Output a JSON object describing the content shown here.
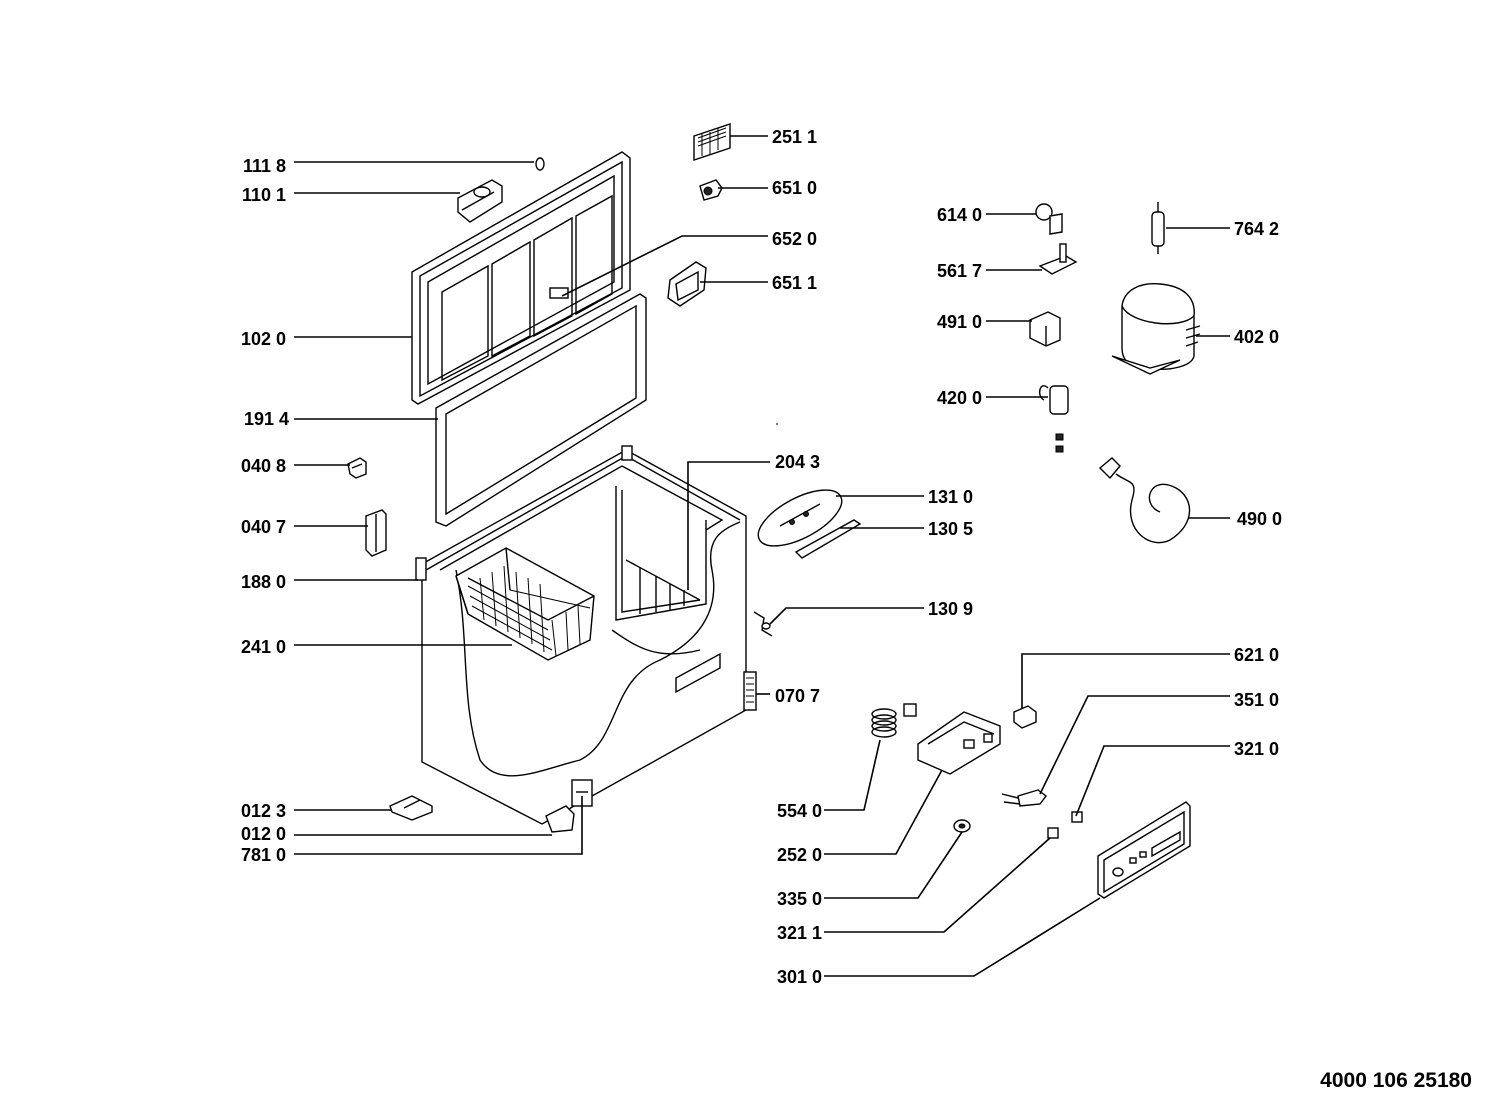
{
  "labels": {
    "p1118": "111 8",
    "p1101": "110 1",
    "p1020": "102 0",
    "p1914": "191 4",
    "p0408": "040 8",
    "p0407": "040 7",
    "p1880": "188 0",
    "p2410": "241 0",
    "p0123": "012 3",
    "p0120": "012 0",
    "p7810": "781 0",
    "p2511": "251 1",
    "p6510": "651 0",
    "p6520": "652 0",
    "p6511": "651 1",
    "p2043": "204 3",
    "p1310": "131 0",
    "p1305": "130 5",
    "p1309": "130 9",
    "p0707": "070 7",
    "p5540": "554 0",
    "p2520": "252 0",
    "p3350": "335 0",
    "p3211": "321 1",
    "p3010": "301 0",
    "p6140": "614 0",
    "p5617": "561 7",
    "p4910": "491 0",
    "p4200": "420 0",
    "p7642": "764 2",
    "p4020": "402 0",
    "p4900": "490 0",
    "p6210": "621 0",
    "p3510": "351 0",
    "p3210": "321 0"
  },
  "document_number": "4000 106 25180"
}
